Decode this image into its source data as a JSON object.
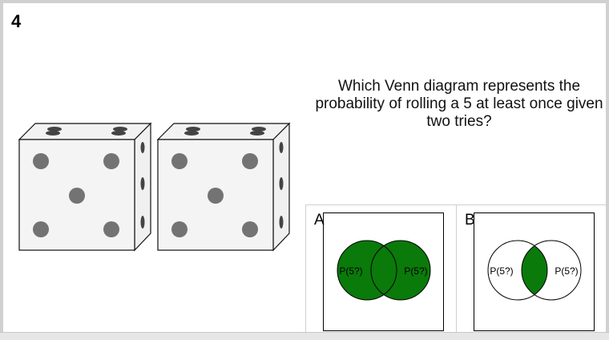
{
  "question": {
    "number": "4",
    "text": "Which Venn diagram represents the probability of rolling a 5 at least once given two tries?"
  },
  "options": [
    {
      "letter": "A",
      "left_label": "P(5?)",
      "right_label": "P(5?)",
      "shading": "union"
    },
    {
      "letter": "B",
      "left_label": "P(5?)",
      "right_label": "P(5?)",
      "shading": "intersection"
    }
  ],
  "colors": {
    "shade": "#0a7a0a",
    "outline": "#000000",
    "pip": "#737373",
    "die_face": "#f2f2f2"
  },
  "dice": {
    "count": 2,
    "face_value": 5,
    "icon": "die-five-icon"
  }
}
